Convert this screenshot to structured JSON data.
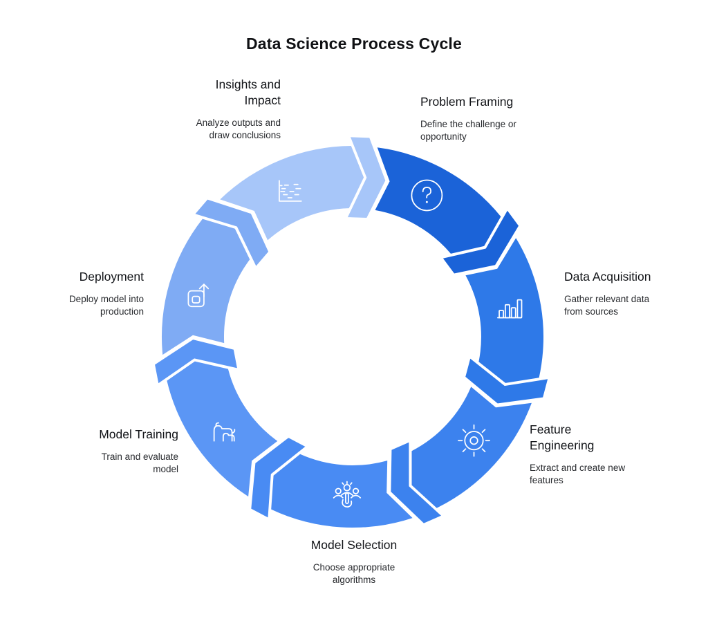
{
  "title": "Data Science Process Cycle",
  "diagram": {
    "type": "cycle",
    "direction": "clockwise",
    "ring_gap_color": "#ffffff",
    "icon_stroke_color": "#ffffff",
    "steps": [
      {
        "label": "Problem Framing",
        "description": "Define the challenge or opportunity",
        "icon": "question-circle-icon",
        "color": "#1b63d8"
      },
      {
        "label": "Data Acquisition",
        "description": "Gather relevant data from sources",
        "icon": "bar-chart-icon",
        "color": "#2e79e8"
      },
      {
        "label": "Feature Engineering",
        "description": "Extract and create new features",
        "icon": "sun-icon",
        "color": "#3c82ee"
      },
      {
        "label": "Model Selection",
        "description": "Choose appropriate algorithms",
        "icon": "people-select-icon",
        "color": "#498bf3"
      },
      {
        "label": "Model Training",
        "description": "Train and evaluate model",
        "icon": "dog-training-icon",
        "color": "#5b96f5"
      },
      {
        "label": "Deployment",
        "description": "Deploy model into production",
        "icon": "deploy-box-arrow-icon",
        "color": "#7fabf4"
      },
      {
        "label": "Insights and Impact",
        "description": "Analyze outputs and draw conclusions",
        "icon": "scatter-plot-icon",
        "color": "#a7c6f9"
      }
    ]
  }
}
